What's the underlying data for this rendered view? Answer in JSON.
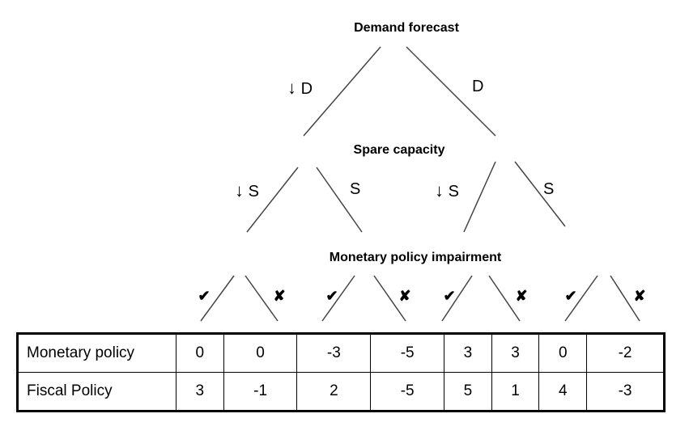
{
  "headings": {
    "demand": "Demand forecast",
    "spare": "Spare capacity",
    "monetary": "Monetary policy impairment"
  },
  "branches": {
    "down_arrow": "↓",
    "demand": "D",
    "spare": "S",
    "yes": "✔",
    "no": "✘"
  },
  "table": {
    "rows": [
      {
        "label": "Monetary policy",
        "values": [
          "0",
          "0",
          "-3",
          "-5",
          "3",
          "3",
          "0",
          "-2"
        ]
      },
      {
        "label": "Fiscal Policy",
        "values": [
          "3",
          "-1",
          "2",
          "-5",
          "5",
          "1",
          "4",
          "-3"
        ]
      }
    ]
  }
}
